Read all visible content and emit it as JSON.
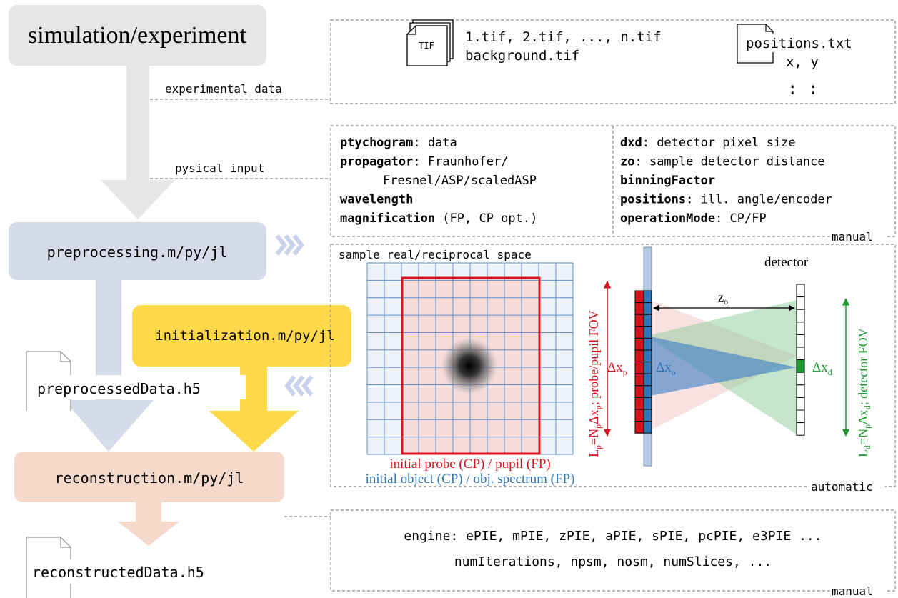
{
  "source": {
    "title": "simulation/experiment"
  },
  "connectors": {
    "experimental": "experimental data",
    "physical": "pysical input"
  },
  "tif": {
    "icon": "TIF",
    "files": "1.tif, 2.tif, ..., n.tif",
    "background": "background.tif"
  },
  "positions_file": {
    "name": "positions.txt",
    "columns": "x, y",
    "dots": ":  :"
  },
  "physical_params": {
    "left": [
      {
        "key": "ptychogram",
        "text": ": data"
      },
      {
        "key": "propagator",
        "text": ": Fraunhofer/"
      },
      {
        "key": "",
        "text": "Fresnel/ASP/scaledASP"
      },
      {
        "key": "wavelength",
        "text": ""
      },
      {
        "key": "magnification",
        "text": " (FP, CP opt.)"
      }
    ],
    "right": [
      {
        "key": "dxd",
        "text": ": detector pixel size"
      },
      {
        "key": "zo",
        "text": ": sample detector distance"
      },
      {
        "key": "binningFactor",
        "text": ""
      },
      {
        "key": "positions",
        "text": ": ill. angle/encoder"
      },
      {
        "key": "operationMode",
        "text": ": CP/FP"
      }
    ],
    "mode": "manual"
  },
  "pipeline": {
    "preprocessing": "preprocessing.m/py/jl",
    "initialization": "initialization.m/py/jl",
    "reconstruction": "reconstruction.m/py/jl",
    "preprocessed_file": "preprocessedData.h5",
    "reconstructed_file": "reconstructedData.h5"
  },
  "auto_panel": {
    "title": "sample real/reciprocal space",
    "probe_label": "initial probe (CP) / pupil (FP)",
    "object_label": "initial object (CP) / obj. spectrum (FP)",
    "detector": "detector",
    "zo": "z",
    "zo_sub": "o",
    "dxp": "Δx",
    "dxp_sub": "p",
    "dxo": "Δx",
    "dxo_sub": "o",
    "dxd": "Δx",
    "dxd_sub": "d",
    "lp": {
      "a": "L",
      "a_sub": "p",
      "b": "=N",
      "b_sub": "p",
      "c": "Δx",
      "c_sub": "p",
      "d": "; probe/pupil FOV"
    },
    "ld": {
      "a": "L",
      "a_sub": "d",
      "b": "=N",
      "b_sub": "p",
      "c": "Δx",
      "c_sub": "d",
      "d": "; detector FOV"
    },
    "mode": "automatic"
  },
  "engine_panel": {
    "line1": "engine: ePIE, mPIE, zPIE, aPIE, sPIE, pcPIE, e3PIE ...",
    "line2": "numIterations, npsm, nosm, numSlices, ...",
    "mode": "manual"
  },
  "colors": {
    "gray": "#e6e6e6",
    "blue": "#d5dbe9",
    "yellow": "#ffd94a",
    "salmon": "#f5dacb",
    "red": "#d9131e",
    "blue_line": "#2e75b6",
    "green": "#1a9a2e"
  }
}
